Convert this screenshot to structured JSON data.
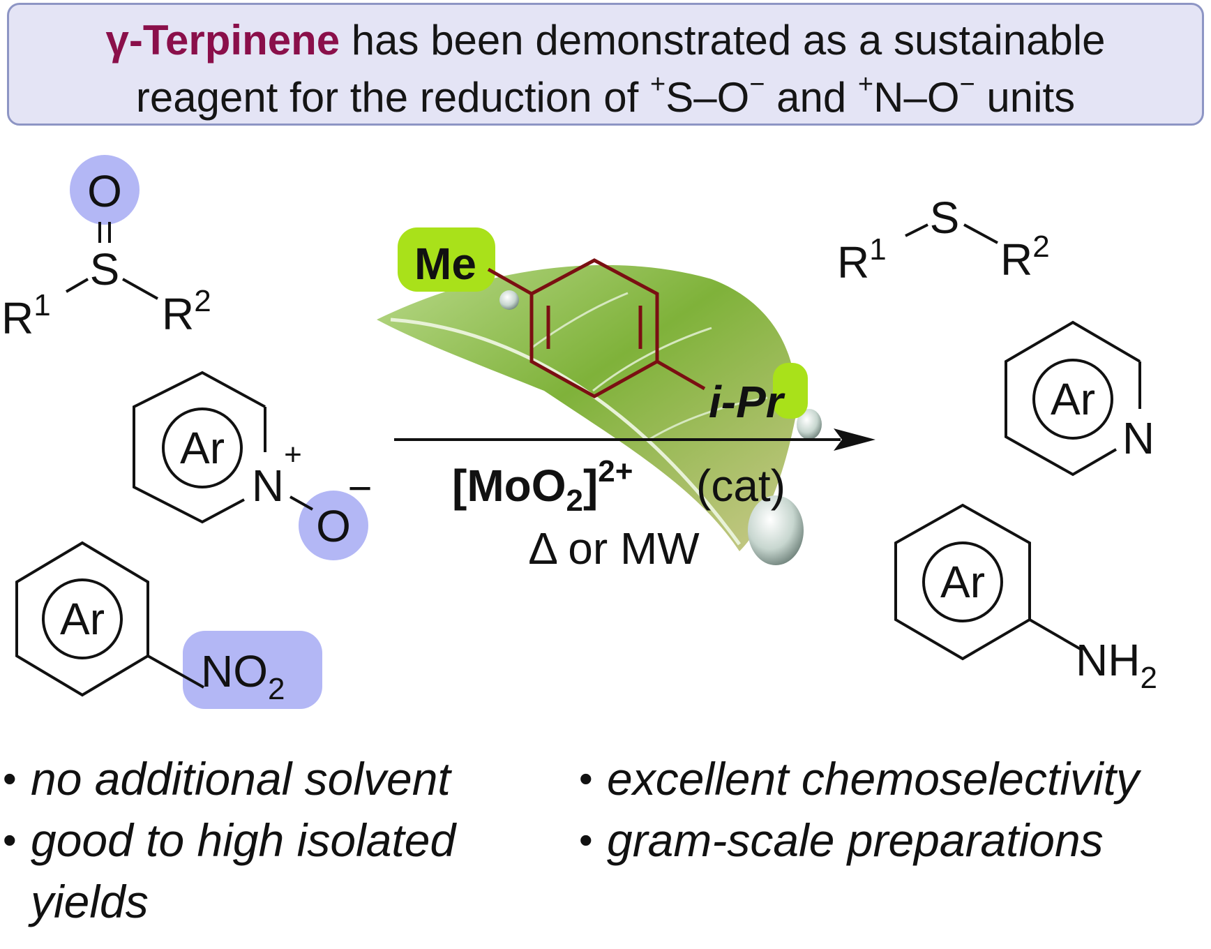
{
  "banner": {
    "highlight": "γ-Terpinene",
    "line1_rest": "has been demonstrated as a sustainable",
    "line2_pre": "reagent for the reduction of",
    "so_sup": "+",
    "so_text": "S–O",
    "so_sup2": "−",
    "and": "and",
    "no_sup": "+",
    "no_text": "N–O",
    "no_sup2": "−",
    "units": "units"
  },
  "reactants": {
    "sulfoxide": {
      "o": "O",
      "s": "S",
      "r1": "R",
      "r1_sup": "1",
      "r2": "R",
      "r2_sup": "2"
    },
    "n_oxide": {
      "ar": "Ar",
      "n": "N",
      "plus": "+",
      "o": "O",
      "minus": "−"
    },
    "nitro": {
      "ar": "Ar",
      "group": "NO",
      "sub": "2"
    }
  },
  "reagent": {
    "me": "Me",
    "ipr": "i-Pr"
  },
  "conditions": {
    "catalyst": "[MoO",
    "catalyst_sub": "2",
    "catalyst_close": "]",
    "catalyst_sup": "2+",
    "cat": "(cat)",
    "heat": "Δ or MW"
  },
  "products": {
    "sulfide": {
      "s": "S",
      "r1": "R",
      "r1_sup": "1",
      "r2": "R",
      "r2_sup": "2"
    },
    "pyridine": {
      "ar": "Ar",
      "n": "N"
    },
    "aniline": {
      "ar": "Ar",
      "group": "NH",
      "sub": "2"
    }
  },
  "bullets": {
    "left": [
      "no additional solvent",
      "good to high isolated yields"
    ],
    "right": [
      "excellent chemoselectivity",
      "gram-scale preparations"
    ]
  },
  "colors": {
    "highlight": "#8a0f4a",
    "catalyst": "#ee1111",
    "blue_bubble": "#b3b7f5",
    "green_bubble": "#a9e11a",
    "reagent_structure": "#7a0f12",
    "leaf": "#7fb23a"
  }
}
